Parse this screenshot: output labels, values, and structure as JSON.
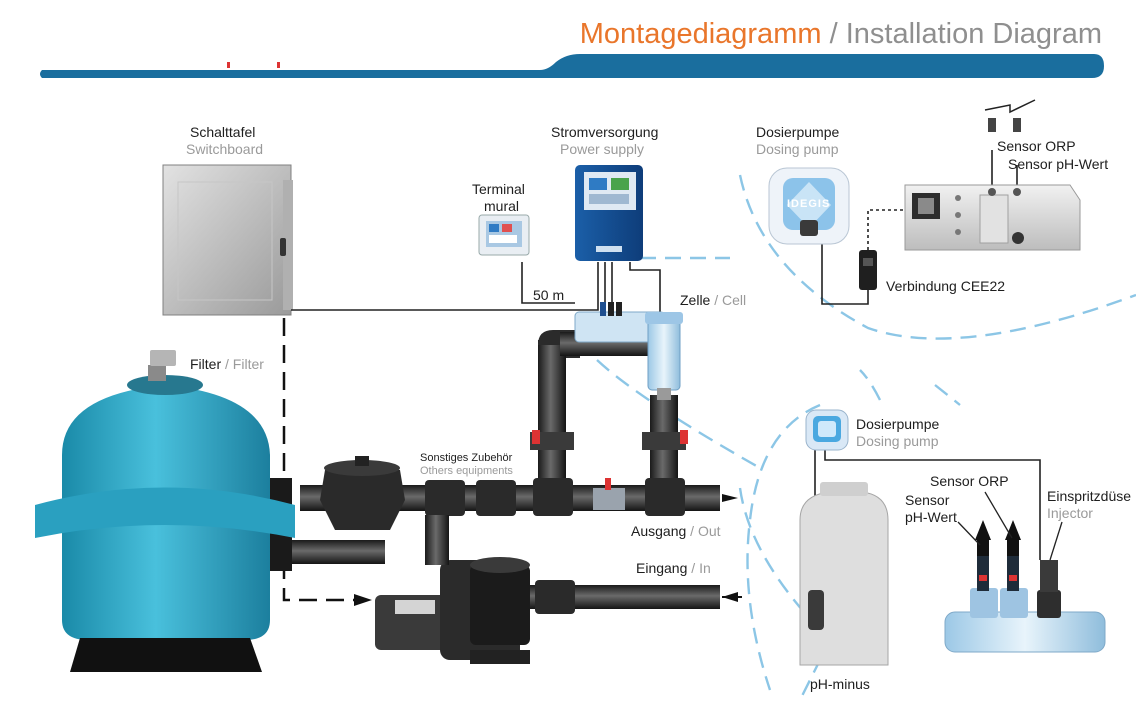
{
  "header": {
    "title_de": "Montagediagramm",
    "separator": "/",
    "title_en": "Installation Diagram",
    "band_color": "#1a6e9e",
    "accent_color": "#e9762b"
  },
  "labels": {
    "switchboard_de": "Schalttafel",
    "switchboard_en": "Switchboard",
    "power_de": "Stromversorgung",
    "power_en": "Power supply",
    "terminal_line1": "Terminal",
    "terminal_line2": "mural",
    "cable_length": "50 m",
    "cell_de": "Zelle",
    "cell_sep": "/",
    "cell_en": "Cell",
    "filter_de": "Filter",
    "filter_sep": "/",
    "filter_en": "Filter",
    "others_de": "Sonstiges Zubehör",
    "others_en": "Others equipments",
    "out_de": "Ausgang",
    "out_sep": "/",
    "out_en": "Out",
    "in_de": "Eingang",
    "in_sep": "/",
    "in_en": "In",
    "dosing_de": "Dosierpumpe",
    "dosing_en": "Dosing pump",
    "sensor_orp": "Sensor ORP",
    "sensor_ph": "Sensor pH-Wert",
    "connection": "Verbindung CEE22",
    "pump_logo": "IDEGIS",
    "dosing2_de": "Dosierpumpe",
    "dosing2_en": "Dosing pump",
    "sensor_orp2": "Sensor ORP",
    "sensor2_line1": "Sensor",
    "sensor2_line2": "pH-Wert",
    "injector_de": "Einspritzdüse",
    "injector_en": "Injector",
    "tank_label": "pH-minus"
  },
  "icons": [
    "switchboard-cabinet",
    "power-supply-unit",
    "wall-terminal",
    "electrolysis-cell",
    "sand-filter",
    "circulation-pump",
    "peristaltic-dosing-pump",
    "control-module",
    "ph-minus-tank",
    "sensor-probe",
    "injector"
  ]
}
